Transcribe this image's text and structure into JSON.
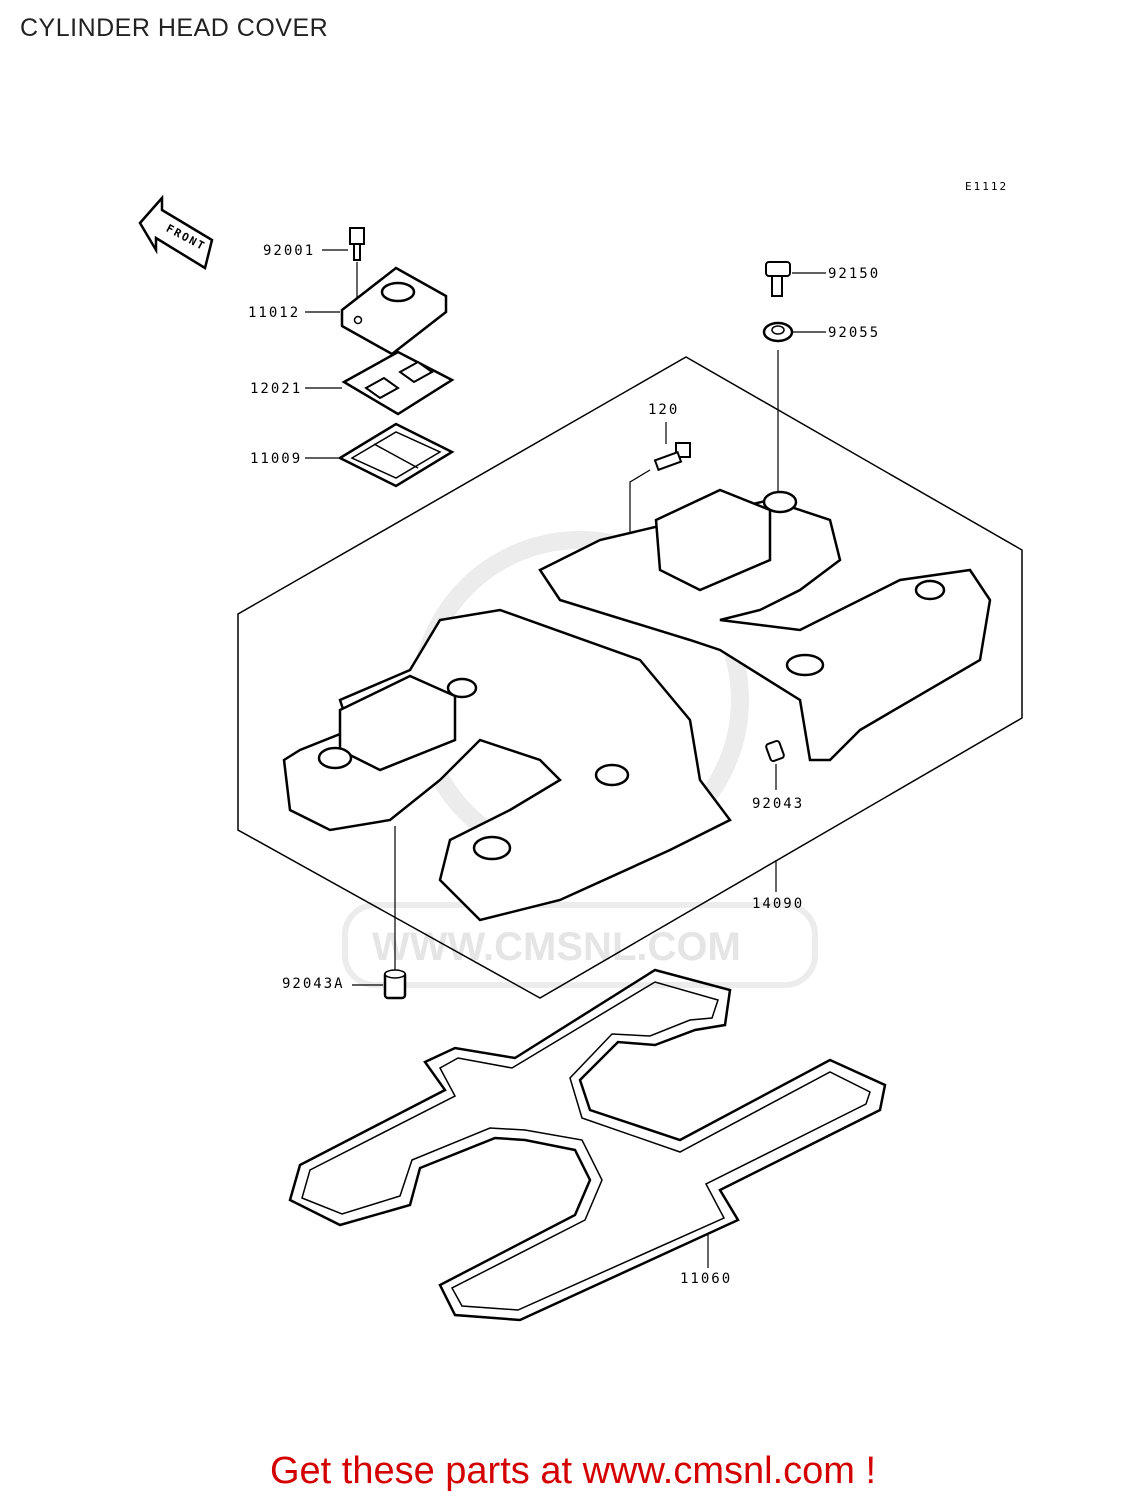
{
  "page": {
    "title": "CYLINDER HEAD COVER"
  },
  "diagram": {
    "ref_code": "E1112",
    "front_label": "FRONT",
    "parts": [
      {
        "id": "92001"
      },
      {
        "id": "11012"
      },
      {
        "id": "12021"
      },
      {
        "id": "11009"
      },
      {
        "id": "120"
      },
      {
        "id": "92150"
      },
      {
        "id": "92055"
      },
      {
        "id": "92043"
      },
      {
        "id": "14090"
      },
      {
        "id": "92043A"
      },
      {
        "id": "11060"
      }
    ],
    "watermark": "WWW.CMSNL.COM",
    "colors": {
      "footer": "#d40000",
      "line": "#000000",
      "watermark": "#e5e5e5"
    }
  },
  "footer": {
    "text": "Get these parts at www.cmsnl.com !"
  }
}
